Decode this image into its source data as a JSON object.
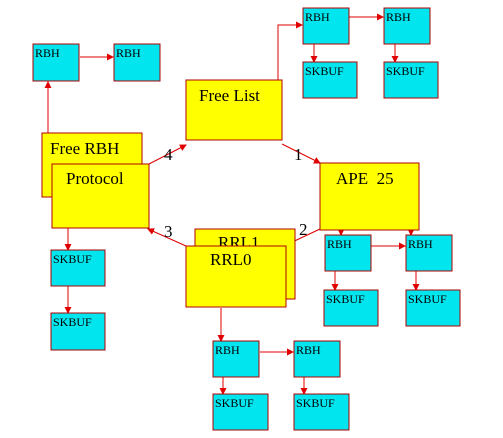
{
  "colors": {
    "cyan_box": "#00e5ee",
    "yellow_box": "#ffff00",
    "arrow": "#e00000",
    "text": "#000000"
  },
  "nodes": {
    "free_list": "Free List",
    "free_rbh": "Free RBH",
    "protocol": "Protocol",
    "ape": "APE  25",
    "rrl1": "RRL1",
    "rrl0": "RRL0",
    "rbh": "RBH",
    "skbuf": "SKBUF"
  },
  "edge_labels": {
    "e1": "1",
    "e2": "2",
    "e3": "3",
    "e4": "4"
  }
}
